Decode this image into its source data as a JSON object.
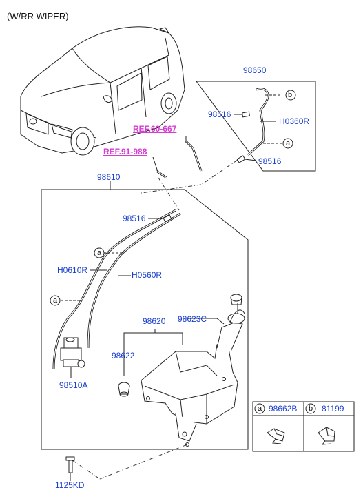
{
  "header": {
    "variant": "(W/RR WIPER)"
  },
  "colors": {
    "part_number": "#1a3fcf",
    "reference": "#d43cd2",
    "line": "#222222"
  },
  "parts": {
    "p98650": "98650",
    "p98516_a": "98516",
    "p98516_b": "98516",
    "p98516_c": "98516",
    "pH0360R": "H0360R",
    "p98610": "98610",
    "pH0610R": "H0610R",
    "pH0560R": "H0560R",
    "p98620": "98620",
    "p98623C": "98623C",
    "p98622": "98622",
    "p98510A": "98510A",
    "p1125KD": "1125KD"
  },
  "references": {
    "ref_60_667": "REF.60-667",
    "ref_91_988": "REF.91-988"
  },
  "callouts": {
    "a": "a",
    "b": "b"
  },
  "legend": {
    "a_letter": "a",
    "a_part": "98662B",
    "b_letter": "b",
    "b_part": "81199"
  }
}
